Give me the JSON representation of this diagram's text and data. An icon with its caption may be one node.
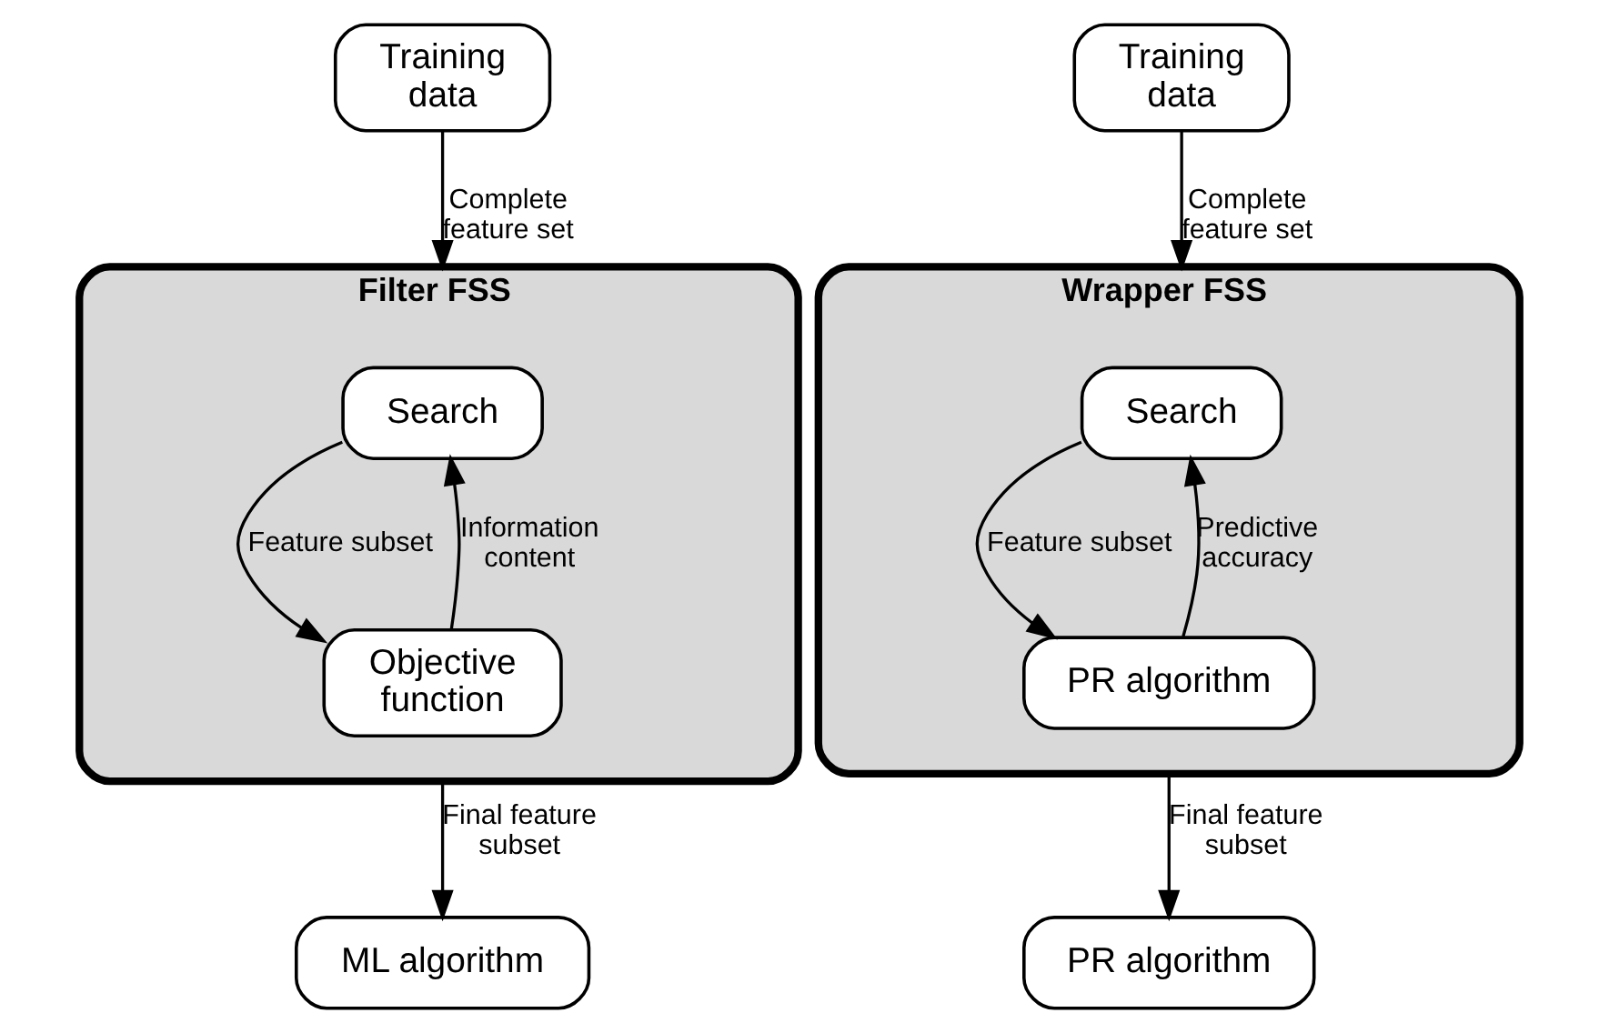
{
  "diagram": {
    "nodes": [
      {
        "text": [
          "Training data"
        ]
      },
      {
        "text": [
          "Filter FSS"
        ]
      },
      {
        "text": [
          "Search"
        ],
        "in": 1
      },
      {
        "text": [
          "Objective function"
        ],
        "in": 1
      },
      {
        "text": [
          "ML algorithm"
        ]
      },
      {
        "text": [
          "Training data"
        ]
      },
      {
        "text": [
          "Wrapper FSS"
        ]
      },
      {
        "text": [
          "Search"
        ],
        "in": 6
      },
      {
        "text": [
          "PR algorithm"
        ],
        "in": 6
      },
      {
        "text": [
          "PR algorithm"
        ]
      }
    ],
    "edges": [
      {
        "from": 0,
        "to": 1,
        "arrow": "to",
        "label": "Complete feature set"
      },
      {
        "from": 2,
        "to": 3,
        "arrow": "to",
        "label": "Feature subset"
      },
      {
        "from": 3,
        "to": 2,
        "arrow": "to",
        "label": "Information content"
      },
      {
        "from": 1,
        "to": 4,
        "arrow": "to",
        "label": "Final feature subset"
      },
      {
        "from": 5,
        "to": 6,
        "arrow": "to",
        "label": "Complete feature set"
      },
      {
        "from": 7,
        "to": 8,
        "arrow": "to",
        "label": "Feature subset"
      },
      {
        "from": 8,
        "to": 7,
        "arrow": "to",
        "label": "Predictive accuracy"
      },
      {
        "from": 6,
        "to": 9,
        "arrow": "to",
        "label": "Final feature subset"
      }
    ]
  }
}
